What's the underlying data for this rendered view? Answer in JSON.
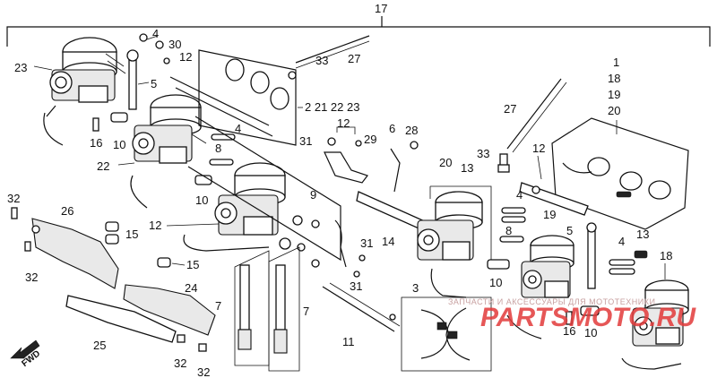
{
  "diagram": {
    "labels": {
      "assembly": "17",
      "upper_carb": "23",
      "mid_carb": "22",
      "lower_carb": "12",
      "right_carb_a": "20",
      "right_carb_b": "19",
      "right_carb_c": "18",
      "screw_a": "4",
      "screw_b": "30",
      "link_a": "12",
      "rod_a": "5",
      "bolt_a": "16",
      "bolt_b": "10",
      "spring_a": "8",
      "spring_b": "10",
      "washer_a": "31",
      "plate_label": "2 21 22 23",
      "pipe_a": "33",
      "hose_a": "27",
      "bracket_a": "12",
      "cable_a": "6",
      "clip_a": "28",
      "pin_a": "29",
      "shaft_a": "9",
      "shaft_b": "14",
      "screw_c": "31",
      "screw_d": "31",
      "pipe_b": "13",
      "pipe_c": "33",
      "hose_b": "27",
      "link_b": "12",
      "kit_list": [
        "1",
        "18",
        "19",
        "20"
      ],
      "bracket_b": "4",
      "spring_c": "8",
      "bolt_c": "10",
      "rod_b": "5",
      "spring_d": "4",
      "cap_a": "13",
      "bolt_d": "16",
      "bolt_e": "10",
      "screw_e": "32",
      "screw_f": "32",
      "screw_g": "32",
      "screw_h": "32",
      "band_a": "26",
      "band_b": "24",
      "band_c": "25",
      "clamp_a": "15",
      "clamp_b": "15",
      "jet_a": "7",
      "jet_b": "7",
      "hose_c": "11",
      "hose_d": "3",
      "fwd": "FWD"
    },
    "watermark": {
      "line": "ЗАПЧАСТИ И АКСЕССУАРЫ ДЛЯ МОТОТЕХНИКИ",
      "brand": "PARTSMOTO.RU"
    }
  }
}
